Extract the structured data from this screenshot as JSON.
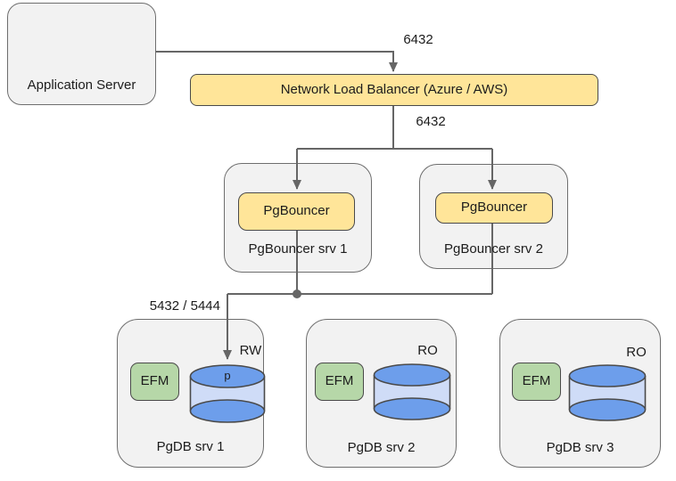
{
  "app_server": {
    "label": "Application Server"
  },
  "load_balancer": {
    "label": "Network Load Balancer (Azure / AWS)"
  },
  "port_labels": {
    "app_to_lb": "6432",
    "lb_to_pgbouncer": "6432",
    "pgbouncer_to_db": "5432 / 5444"
  },
  "pgbouncer_servers": [
    {
      "process": "PgBouncer",
      "label": "PgBouncer srv 1"
    },
    {
      "process": "PgBouncer",
      "label": "PgBouncer srv 2"
    }
  ],
  "db_servers": [
    {
      "efm": "EFM",
      "role": "RW",
      "db_name": "p",
      "label": "PgDB srv 1"
    },
    {
      "efm": "EFM",
      "role": "RO",
      "db_name": "",
      "label": "PgDB srv 2"
    },
    {
      "efm": "EFM",
      "role": "RO",
      "db_name": "",
      "label": "PgDB srv 3"
    }
  ],
  "colors": {
    "container_fill": "#f2f2f2",
    "container_border": "#6e6e6e",
    "process_fill": "#ffe599",
    "efm_fill": "#b6d7a8",
    "db_ellipse_fill": "#6d9eeb",
    "db_body_fill": "#cfdcf7",
    "shape_border": "#4a4a4a",
    "connector": "#666666",
    "text": "#1c1c1c"
  }
}
